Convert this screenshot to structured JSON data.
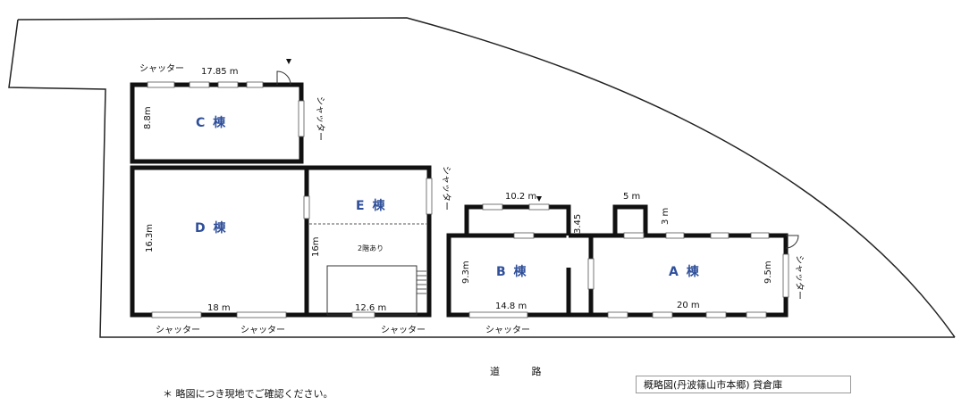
{
  "buildings": {
    "a": {
      "name": "A 棟",
      "width": "20 m",
      "height": "9.5m",
      "shutter": "シャッター"
    },
    "b": {
      "name": "B 棟",
      "width": "14.8 m",
      "height": "9.3m",
      "annex_width": "10.2 m",
      "annex_depth": "3.45"
    },
    "c": {
      "name": "C 棟",
      "width": "17.85 m",
      "height": "8.8m",
      "shutter_top": "シャッター",
      "shutter_side": "シャッター"
    },
    "d": {
      "name": "D 棟",
      "width": "18 m",
      "height": "16.3m"
    },
    "e": {
      "name": "E 棟",
      "width": "12.6 m",
      "height": "16m",
      "floor_note": "2階あり",
      "shutter_side": "シャッター"
    },
    "a_annex": {
      "width": "5 m",
      "depth": "3 m"
    }
  },
  "shutters_bottom": [
    "シャッター",
    "シャッター",
    "シャッター",
    "シャッター"
  ],
  "road_label": "道 路",
  "note": "＊ 略図につき現地でご確認ください。",
  "caption": "概略図(丹波篠山市本郷) 貸倉庫"
}
